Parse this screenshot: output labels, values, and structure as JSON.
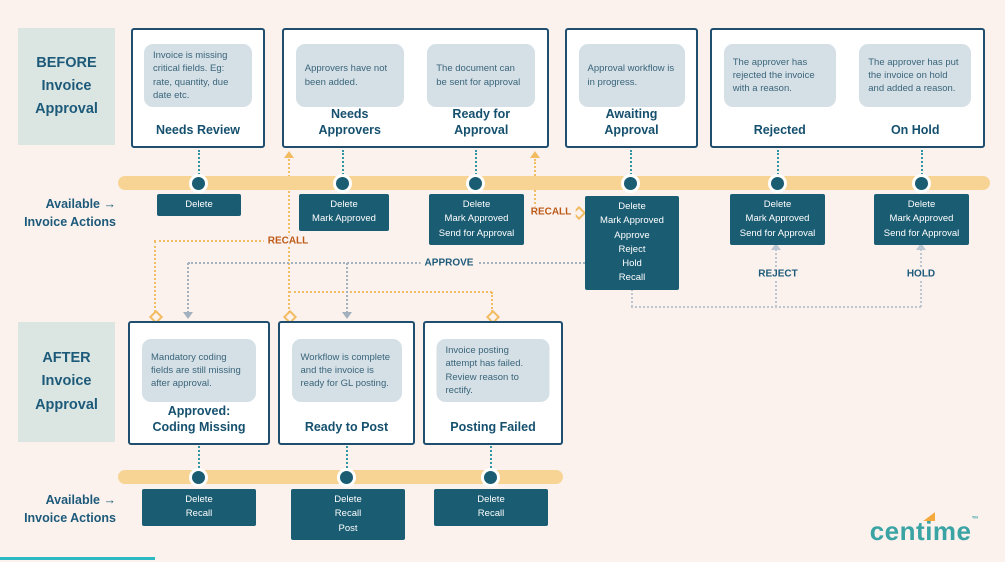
{
  "before": {
    "section_label": "BEFORE\nInvoice\nApproval",
    "states": [
      {
        "desc": "Invoice is missing critical fields. Eg: rate, quantity, due date etc.",
        "title": "Needs Review"
      },
      {
        "desc": "Approvers have not been added.",
        "title": "Needs\nApprovers"
      },
      {
        "desc": "The document can be sent for approval",
        "title": "Ready for\nApproval"
      },
      {
        "desc": "Approval workflow is in progress.",
        "title": "Awaiting\nApproval"
      },
      {
        "desc": "The approver has rejected the invoice with a reason.",
        "title": "Rejected"
      },
      {
        "desc": "The approver has put the invoice on hold and added a reason.",
        "title": "On Hold"
      }
    ],
    "actions": [
      "Delete",
      "Delete\nMark Approved",
      "Delete\nMark Approved\nSend for Approval",
      "Delete\nMark Approved\nApprove\nReject\nHold\nRecall",
      "Delete\nMark Approved\nSend for Approval",
      "Delete\nMark Approved\nSend for Approval"
    ]
  },
  "after": {
    "section_label": "AFTER\nInvoice\nApproval",
    "states": [
      {
        "desc": "Mandatory coding fields are still missing after approval.",
        "title": "Approved:\nCoding Missing"
      },
      {
        "desc": "Workflow is complete and the invoice is ready for GL posting.",
        "title": "Ready to Post"
      },
      {
        "desc": "Invoice posting attempt has failed. Review reason to rectify.",
        "title": "Posting Failed"
      }
    ],
    "actions": [
      "Delete\nRecall",
      "Delete\nRecall\nPost",
      "Delete\nRecall"
    ]
  },
  "available_actions": {
    "line1": "Available",
    "line2": "Invoice Actions"
  },
  "icons": {
    "arrow_right": "→"
  },
  "edges": {
    "recall_left": "RECALL",
    "recall_right": "RECALL",
    "approve": "APPROVE",
    "reject": "REJECT",
    "hold": "HOLD"
  },
  "logo": {
    "pre": "cent",
    "i": "i",
    "post": "me",
    "tm": "™"
  },
  "colors": {
    "background": "#fbf2ee",
    "timeline_bar": "#f7d494",
    "node": "#1a5c72",
    "action_box": "#1a5c72",
    "state_border": "#1f4e6e",
    "bubble_bg": "#d5e0e6",
    "section_bg": "#dbe6e3",
    "title_text": "#15506e",
    "recall_line": "#f2bc63",
    "recall_text": "#bd5a17",
    "approve_line": "#a3b1bf",
    "reject_hold_line": "#bcc7d2",
    "connector_teal": "#2f96a3",
    "logo_teal": "#3aa4a4",
    "logo_accent": "#f5a83c",
    "bottom_accent": "#2cb9c4"
  }
}
